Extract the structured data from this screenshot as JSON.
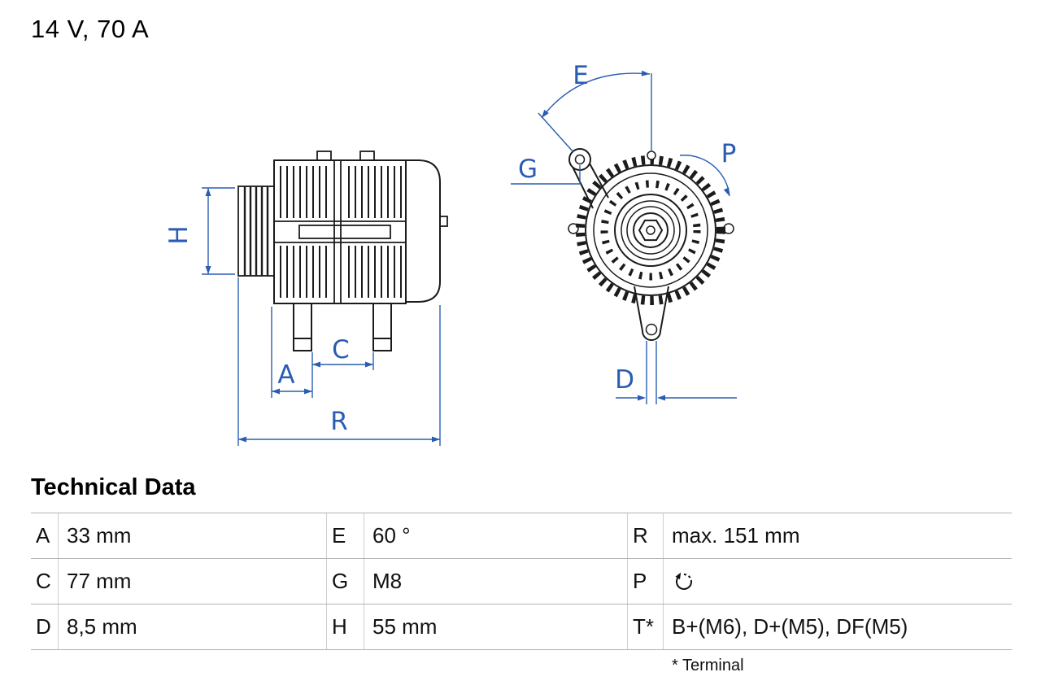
{
  "title": "14 V, 70 A",
  "diagram": {
    "labels": {
      "H": "H",
      "A": "A",
      "C": "C",
      "R": "R",
      "E": "E",
      "G": "G",
      "P": "P",
      "D": "D"
    }
  },
  "table": {
    "title": "Technical Data",
    "rows": [
      [
        {
          "k": "A",
          "v": "33 mm"
        },
        {
          "k": "E",
          "v": "60 °"
        },
        {
          "k": "R",
          "v": "max. 151 mm"
        }
      ],
      [
        {
          "k": "C",
          "v": "77 mm"
        },
        {
          "k": "G",
          "v": "M8"
        },
        {
          "k": "P",
          "v": "",
          "icon": "rotation-direction-icon"
        }
      ],
      [
        {
          "k": "D",
          "v": "8,5 mm"
        },
        {
          "k": "H",
          "v": "55 mm"
        },
        {
          "k": "T*",
          "v": "B+(M6), D+(M5), DF(M5)"
        }
      ]
    ],
    "footnote": "* Terminal"
  },
  "colors": {
    "dimension_blue": "#2a5db2",
    "drawing_black": "#1b1b1b",
    "table_border": "#b3b3b3"
  }
}
